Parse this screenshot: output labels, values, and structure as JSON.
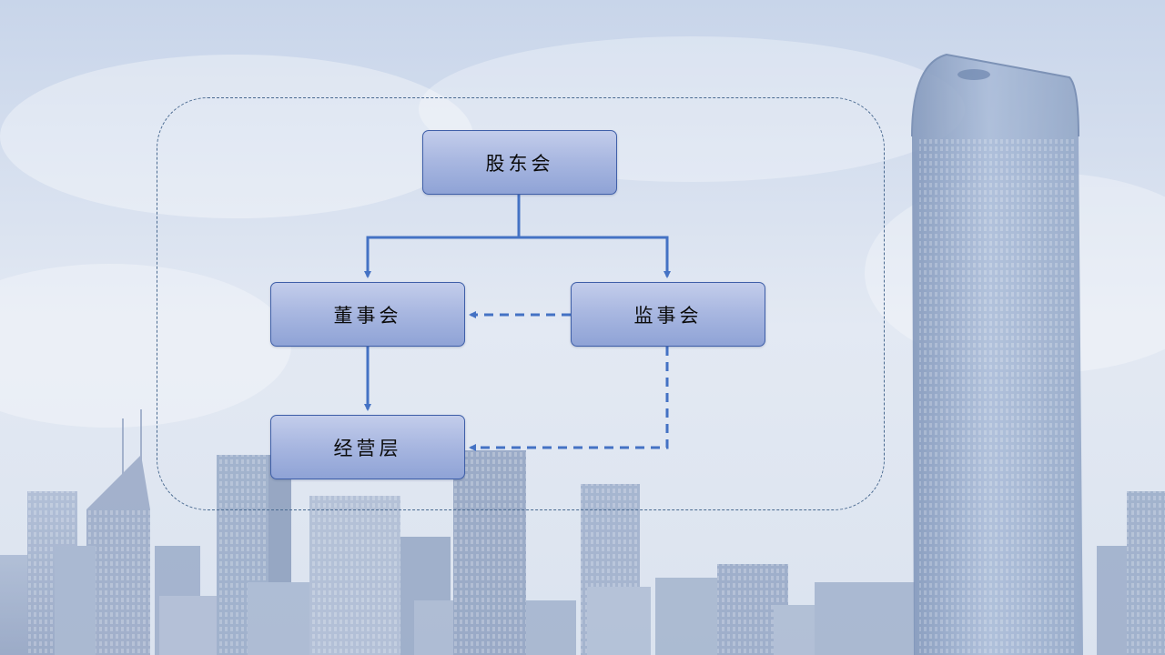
{
  "diagram": {
    "nodes": {
      "shareholders": "股东会",
      "board_of_directors": "董事会",
      "supervisory_board": "监事会",
      "management": "经营层"
    },
    "edges": [
      {
        "from": "shareholders",
        "to": "board_of_directors",
        "style": "solid"
      },
      {
        "from": "shareholders",
        "to": "supervisory_board",
        "style": "solid"
      },
      {
        "from": "board_of_directors",
        "to": "management",
        "style": "solid"
      },
      {
        "from": "supervisory_board",
        "to": "board_of_directors",
        "style": "dashed"
      },
      {
        "from": "supervisory_board",
        "to": "management",
        "style": "dashed"
      }
    ],
    "colors": {
      "connector": "#4472c4",
      "frame": "#4a6a90",
      "node_fill": "#a7b6e0",
      "node_border": "#3f5fa8"
    }
  }
}
